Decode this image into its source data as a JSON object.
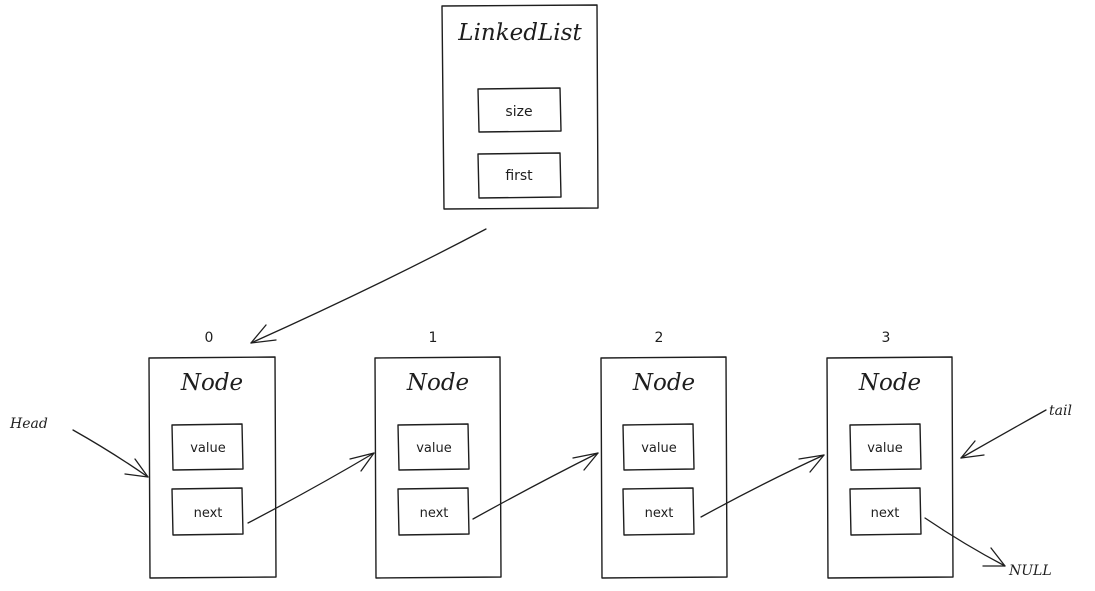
{
  "linked_list": {
    "title": "LinkedList",
    "fields": {
      "size": "size",
      "first": "first"
    }
  },
  "nodes": [
    {
      "index": "0",
      "title": "Node",
      "value_label": "value",
      "next_label": "next"
    },
    {
      "index": "1",
      "title": "Node",
      "value_label": "value",
      "next_label": "next"
    },
    {
      "index": "2",
      "title": "Node",
      "value_label": "value",
      "next_label": "next"
    },
    {
      "index": "3",
      "title": "Node",
      "value_label": "value",
      "next_label": "next"
    }
  ],
  "pointers": {
    "head": "Head",
    "tail": "tail",
    "null": "NULL"
  }
}
